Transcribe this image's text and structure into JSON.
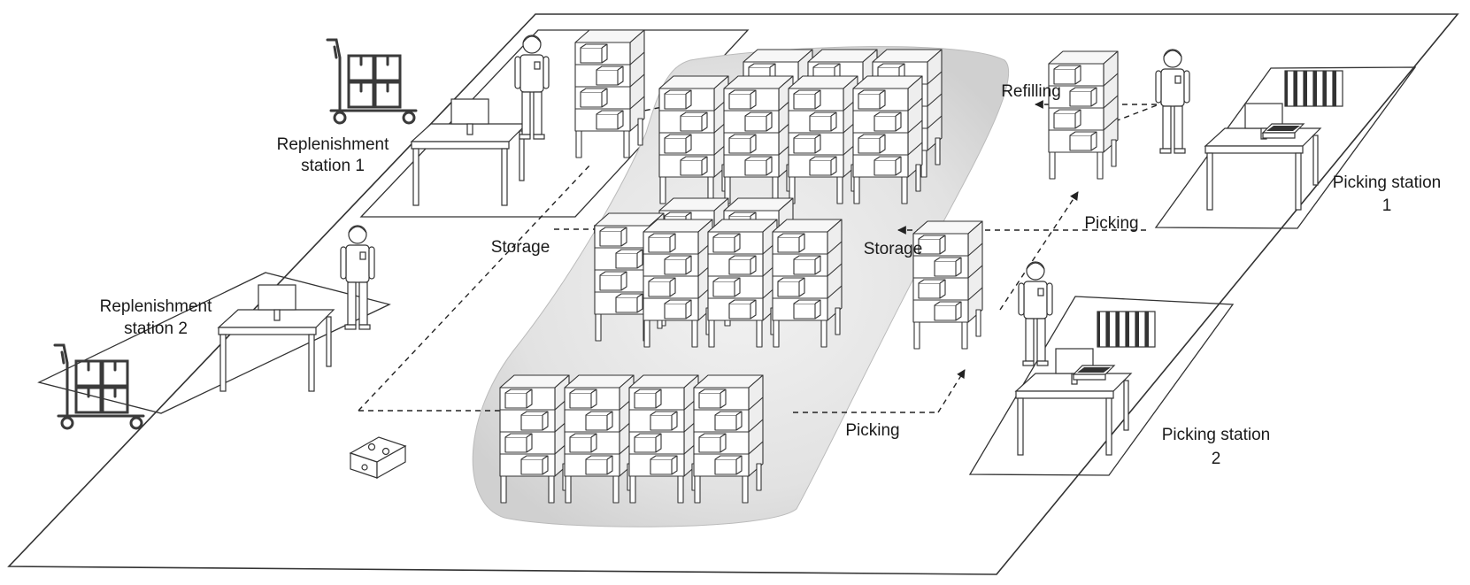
{
  "labels": {
    "replenishment_1_line1": "Replenishment",
    "replenishment_1_line2": "station 1",
    "replenishment_2_line1": "Replenishment",
    "replenishment_2_line2": "station 2",
    "picking_1_line1": "Picking station",
    "picking_1_line2": "1",
    "picking_2_line1": "Picking station",
    "picking_2_line2": "2",
    "storage_left": "Storage",
    "storage_right": "Storage",
    "refilling": "Refilling",
    "picking_upper": "Picking",
    "picking_lower": "Picking"
  },
  "colors": {
    "line": "#333333",
    "shelf_fill": "#ffffff",
    "shelf_side": "#eeeeee",
    "storage_area": "#d9d9d9",
    "icon": "#3a3a3a"
  }
}
